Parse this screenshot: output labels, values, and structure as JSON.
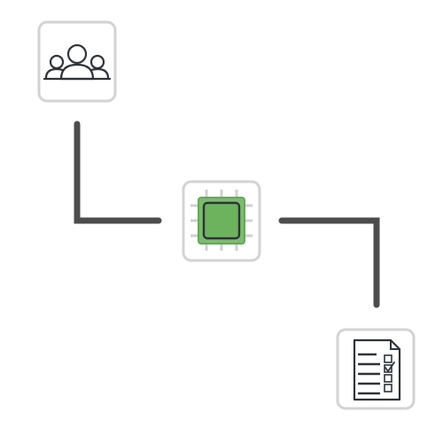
{
  "diagram": {
    "nodes": [
      {
        "id": "users",
        "icon": "users-group-icon"
      },
      {
        "id": "processor",
        "icon": "cpu-chip-icon"
      },
      {
        "id": "report",
        "icon": "checklist-document-icon"
      }
    ],
    "edges": [
      {
        "from": "users",
        "to": "processor"
      },
      {
        "from": "processor",
        "to": "report"
      }
    ]
  },
  "colors": {
    "connector": "#4d4d4d",
    "node_border": "#d3d3d3",
    "icon_stroke": "#2e3338",
    "chip_fill": "#7dbb6e",
    "chip_border": "#64a95a",
    "chip_pins": "#d0d0d0"
  }
}
